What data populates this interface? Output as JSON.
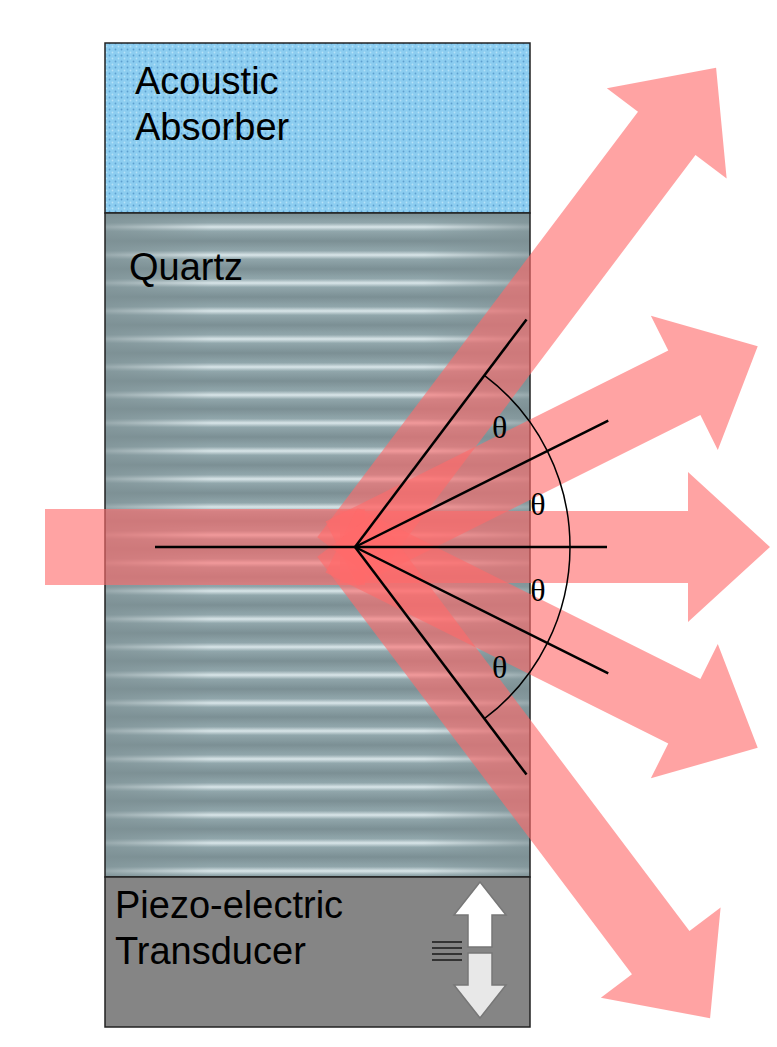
{
  "diagram": {
    "nodes": [
      {
        "text": [
          "Acoustic Absorber"
        ]
      },
      {
        "text": [
          "Quartz"
        ]
      },
      {
        "text": [
          "Piezo-electric Transducer"
        ]
      }
    ],
    "labels": [
      "θ",
      "θ",
      "θ",
      "θ"
    ]
  }
}
